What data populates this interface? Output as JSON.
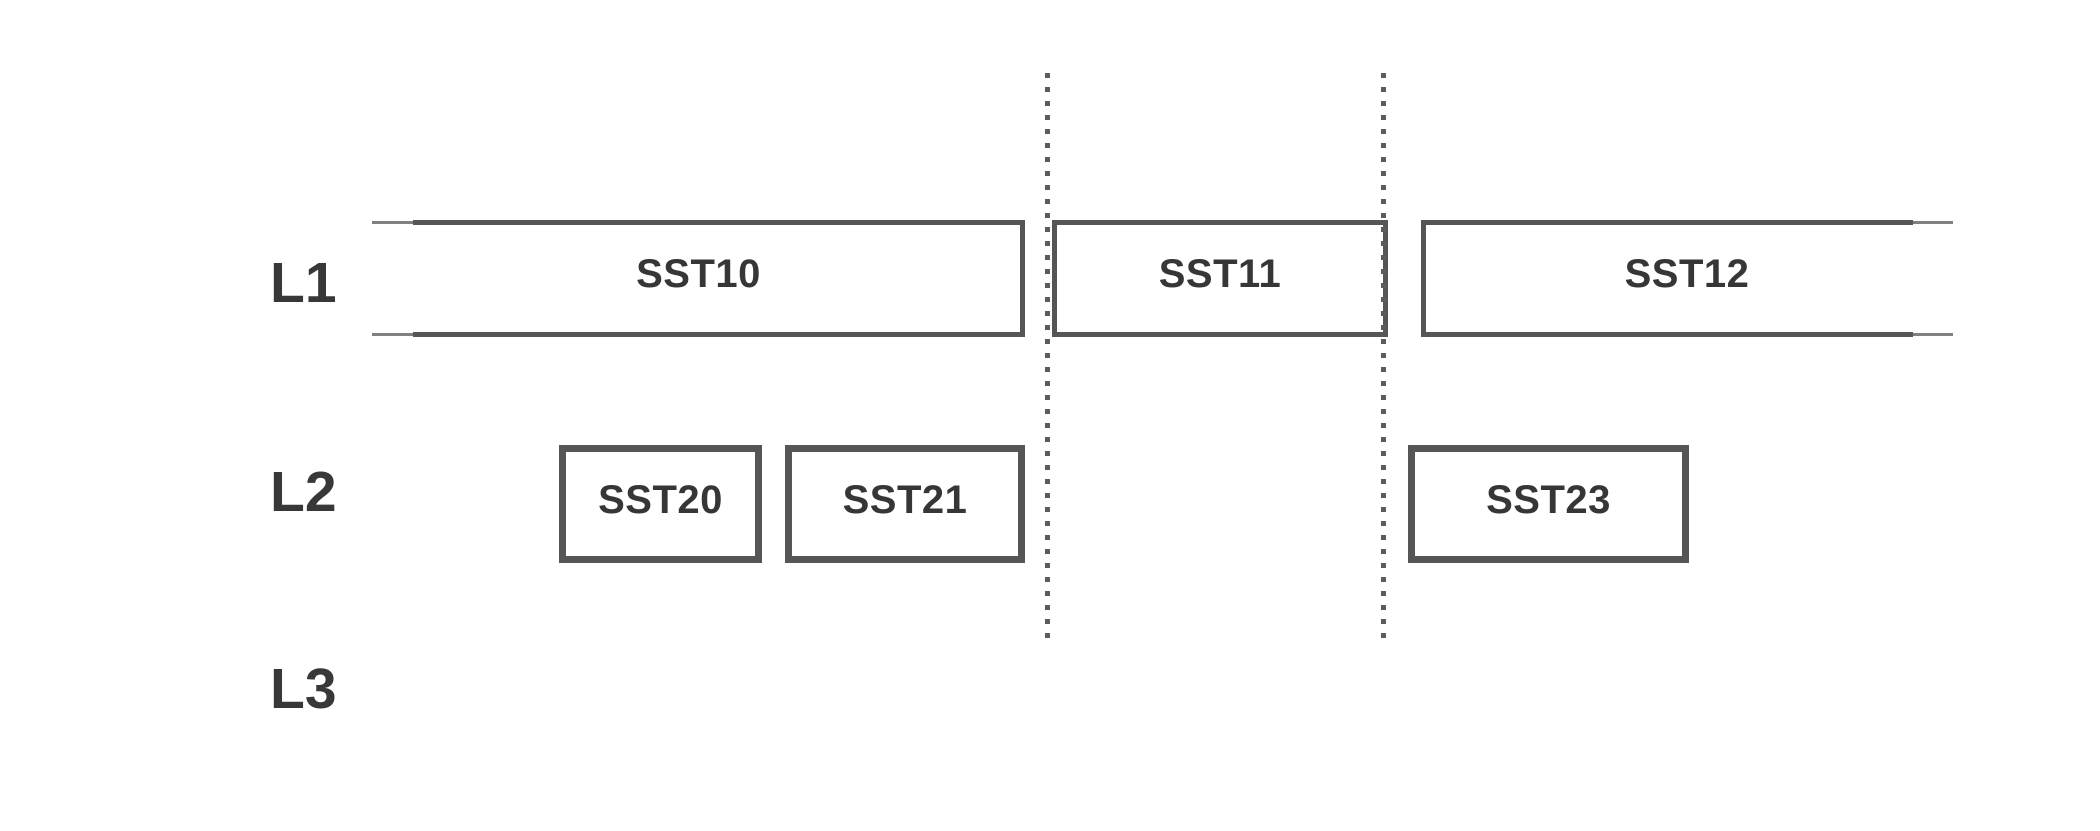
{
  "diagram_type": "lsm-level-sstable-diagram",
  "colors": {
    "border": "#565656",
    "label_text": "#383838",
    "segment_text": "#363636",
    "hairline": "#808080",
    "dotted_line": "#5c5c5c",
    "background": "#ffffff"
  },
  "lanes": [
    {
      "label": "L1"
    },
    {
      "label": "L2"
    },
    {
      "label": "L3"
    }
  ],
  "segments": [
    {
      "label": "SST10",
      "lane": "L1",
      "continues_left": true,
      "continues_right": false
    },
    {
      "label": "SST11",
      "lane": "L1",
      "continues_left": false,
      "continues_right": false
    },
    {
      "label": "SST12",
      "lane": "L1",
      "continues_left": false,
      "continues_right": true
    },
    {
      "label": "SST20",
      "lane": "L2",
      "continues_left": false,
      "continues_right": false
    },
    {
      "label": "SST21",
      "lane": "L2",
      "continues_left": false,
      "continues_right": false
    },
    {
      "label": "SST23",
      "lane": "L2",
      "continues_left": false,
      "continues_right": false
    }
  ],
  "boundaries": {
    "count": 2,
    "style": "vertical-dotted"
  }
}
